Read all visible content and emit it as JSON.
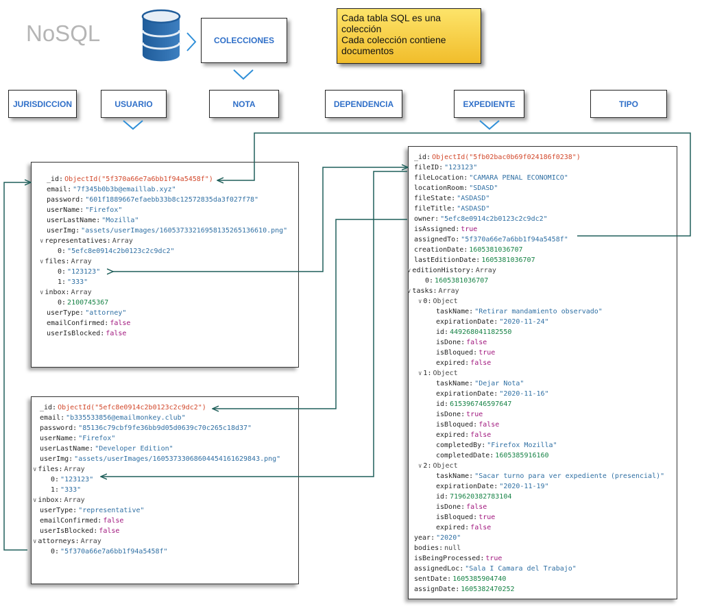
{
  "title": "NoSQL",
  "colecciones_label": "COLECCIONES",
  "note_lines": [
    "Cada tabla SQL es una colección",
    "Cada colección contiene documentos"
  ],
  "collections": [
    "JURISDICCION",
    "USUARIO",
    "NOTA",
    "DEPENDENCIA",
    "EXPEDIENTE",
    "TIPO"
  ],
  "colors": {
    "link": "#1f5f5a",
    "accent": "#2f6fc8",
    "note": "#f6cf45"
  },
  "icons": [
    "database-icon",
    "chevron-right-icon",
    "chevron-down-icon",
    "arrow-icon"
  ],
  "documents": {
    "usuario_attorney": [
      {
        "key": "_id",
        "value": "ObjectId(\"5f370a66e7a6bb1f94a5458f\")",
        "type": "oid",
        "indent": 0
      },
      {
        "key": "email",
        "value": "\"7f345b0b3b@emaillab.xyz\"",
        "type": "str",
        "indent": 0
      },
      {
        "key": "password",
        "value": "\"601f1889667efaebb33b8c12572835da3f027f78\"",
        "type": "str",
        "indent": 0
      },
      {
        "key": "userName",
        "value": "\"Firefox\"",
        "type": "str",
        "indent": 0
      },
      {
        "key": "userLastName",
        "value": "\"Mozilla\"",
        "type": "str",
        "indent": 0
      },
      {
        "key": "userImg",
        "value": "\"assets/userImages/1605373321695813526513661​0.png\"",
        "type": "str",
        "indent": 0
      },
      {
        "key": "representatives",
        "value": "Array",
        "type": "typ",
        "indent": 0,
        "toggle": true
      },
      {
        "key": "0",
        "value": "\"5efc8e0914c2b0123c2c9dc2\"",
        "type": "str",
        "indent": 1
      },
      {
        "key": "files",
        "value": "Array",
        "type": "typ",
        "indent": 0,
        "toggle": true
      },
      {
        "key": "0",
        "value": "\"123123\"",
        "type": "str",
        "indent": 1
      },
      {
        "key": "1",
        "value": "\"333\"",
        "type": "str",
        "indent": 1
      },
      {
        "key": "inbox",
        "value": "Array",
        "type": "typ",
        "indent": 0,
        "toggle": true
      },
      {
        "key": "0",
        "value": "2100745367",
        "type": "num",
        "indent": 1
      },
      {
        "key": "userType",
        "value": "\"attorney\"",
        "type": "str",
        "indent": 0
      },
      {
        "key": "emailConfirmed",
        "value": "false",
        "type": "bool",
        "indent": 0
      },
      {
        "key": "userIsBlocked",
        "value": "false",
        "type": "bool",
        "indent": 0
      }
    ],
    "usuario_representative": [
      {
        "key": "_id",
        "value": "ObjectId(\"5efc8e0914c2b0123c2c9dc2\")",
        "type": "oid",
        "indent": 0
      },
      {
        "key": "email",
        "value": "\"b335533856@emailmonkey.club\"",
        "type": "str",
        "indent": 0
      },
      {
        "key": "password",
        "value": "\"85136c79cbf9fe36bb9d05d0639c70c265c18d37\"",
        "type": "str",
        "indent": 0
      },
      {
        "key": "userName",
        "value": "\"Firefox\"",
        "type": "str",
        "indent": 0
      },
      {
        "key": "userLastName",
        "value": "\"Developer Edition\"",
        "type": "str",
        "indent": 0
      },
      {
        "key": "userImg",
        "value": "\"assets/userImages/16053733068604454161629843.png\"",
        "type": "str",
        "indent": 0
      },
      {
        "key": "files",
        "value": "Array",
        "type": "typ",
        "indent": 0,
        "toggle": true
      },
      {
        "key": "0",
        "value": "\"123123\"",
        "type": "str",
        "indent": 1
      },
      {
        "key": "1",
        "value": "\"333\"",
        "type": "str",
        "indent": 1
      },
      {
        "key": "inbox",
        "value": "Array",
        "type": "typ",
        "indent": 0,
        "toggle": true
      },
      {
        "key": "userType",
        "value": "\"representative\"",
        "type": "str",
        "indent": 0
      },
      {
        "key": "emailConfirmed",
        "value": "false",
        "type": "bool",
        "indent": 0
      },
      {
        "key": "userIsBlocked",
        "value": "false",
        "type": "bool",
        "indent": 0
      },
      {
        "key": "attorneys",
        "value": "Array",
        "type": "typ",
        "indent": 0,
        "toggle": true
      },
      {
        "key": "0",
        "value": "\"5f370a66e7a6bb1f94a5458f\"",
        "type": "str",
        "indent": 1
      }
    ],
    "expediente": [
      {
        "key": "_id",
        "value": "ObjectId(\"5fb02bac0b69f024186f0238\")",
        "type": "oid",
        "indent": 0
      },
      {
        "key": "fileID",
        "value": "\"123123\"",
        "type": "str",
        "indent": 0
      },
      {
        "key": "fileLocation",
        "value": "\"CAMARA PENAL ECONOMICO\"",
        "type": "str",
        "indent": 0
      },
      {
        "key": "locationRoom",
        "value": "\"SDASD\"",
        "type": "str",
        "indent": 0
      },
      {
        "key": "fileState",
        "value": "\"ASDASD\"",
        "type": "str",
        "indent": 0
      },
      {
        "key": "fileTitle",
        "value": "\"ASDASD\"",
        "type": "str",
        "indent": 0
      },
      {
        "key": "owner",
        "value": "\"5efc8e0914c2b0123c2c9dc2\"",
        "type": "str",
        "indent": 0
      },
      {
        "key": "isAssigned",
        "value": "true",
        "type": "bool",
        "indent": 0
      },
      {
        "key": "assignedTo",
        "value": "\"5f370a66e7a6bb1f94a5458f\"",
        "type": "str",
        "indent": 0
      },
      {
        "key": "creationDate",
        "value": "1605381036707",
        "type": "num",
        "indent": 0
      },
      {
        "key": "lastEditionDate",
        "value": "1605381036707",
        "type": "num",
        "indent": 0
      },
      {
        "key": "editionHistory",
        "value": "Array",
        "type": "typ",
        "indent": 0,
        "toggle": true
      },
      {
        "key": "0",
        "value": "1605381036707",
        "type": "num",
        "indent": 1
      },
      {
        "key": "tasks",
        "value": "Array",
        "type": "typ",
        "indent": 0,
        "toggle": true
      },
      {
        "key": "0",
        "value": "Object",
        "type": "typ",
        "indent": 1,
        "toggle": true
      },
      {
        "key": "taskName",
        "value": "\"Retirar mandamiento observado\"",
        "type": "str",
        "indent": 2
      },
      {
        "key": "expirationDate",
        "value": "\"2020-11-24\"",
        "type": "str",
        "indent": 2
      },
      {
        "key": "id",
        "value": "449268041182550",
        "type": "num",
        "indent": 2
      },
      {
        "key": "isDone",
        "value": "false",
        "type": "bool",
        "indent": 2
      },
      {
        "key": "isBloqued",
        "value": "true",
        "type": "bool",
        "indent": 2
      },
      {
        "key": "expired",
        "value": "false",
        "type": "bool",
        "indent": 2
      },
      {
        "key": "1",
        "value": "Object",
        "type": "typ",
        "indent": 1,
        "toggle": true
      },
      {
        "key": "taskName",
        "value": "\"Dejar Nota\"",
        "type": "str",
        "indent": 2
      },
      {
        "key": "expirationDate",
        "value": "\"2020-11-16\"",
        "type": "str",
        "indent": 2
      },
      {
        "key": "id",
        "value": "615396746597647",
        "type": "num",
        "indent": 2
      },
      {
        "key": "isDone",
        "value": "true",
        "type": "bool",
        "indent": 2
      },
      {
        "key": "isBloqued",
        "value": "false",
        "type": "bool",
        "indent": 2
      },
      {
        "key": "expired",
        "value": "false",
        "type": "bool",
        "indent": 2
      },
      {
        "key": "completedBy",
        "value": "\"Firefox Mozilla\"",
        "type": "str",
        "indent": 2
      },
      {
        "key": "completedDate",
        "value": "1605385916160",
        "type": "num",
        "indent": 2
      },
      {
        "key": "2",
        "value": "Object",
        "type": "typ",
        "indent": 1,
        "toggle": true
      },
      {
        "key": "taskName",
        "value": "\"Sacar turno para ver expediente (presencial)\"",
        "type": "str",
        "indent": 2
      },
      {
        "key": "expirationDate",
        "value": "\"2020-11-19\"",
        "type": "str",
        "indent": 2
      },
      {
        "key": "id",
        "value": "719620382783104",
        "type": "num",
        "indent": 2
      },
      {
        "key": "isDone",
        "value": "false",
        "type": "bool",
        "indent": 2
      },
      {
        "key": "isBloqued",
        "value": "true",
        "type": "bool",
        "indent": 2
      },
      {
        "key": "expired",
        "value": "false",
        "type": "bool",
        "indent": 2
      },
      {
        "key": "year",
        "value": "\"2020\"",
        "type": "str",
        "indent": 0
      },
      {
        "key": "bodies",
        "value": "null",
        "type": "nul",
        "indent": 0
      },
      {
        "key": "isBeingProcessed",
        "value": "true",
        "type": "bool",
        "indent": 0
      },
      {
        "key": "assignedLoc",
        "value": "\"Sala I Camara del Trabajo\"",
        "type": "str",
        "indent": 0
      },
      {
        "key": "sentDate",
        "value": "1605385904740",
        "type": "num",
        "indent": 0
      },
      {
        "key": "assignDate",
        "value": "1605382470252",
        "type": "num",
        "indent": 0
      }
    ]
  }
}
